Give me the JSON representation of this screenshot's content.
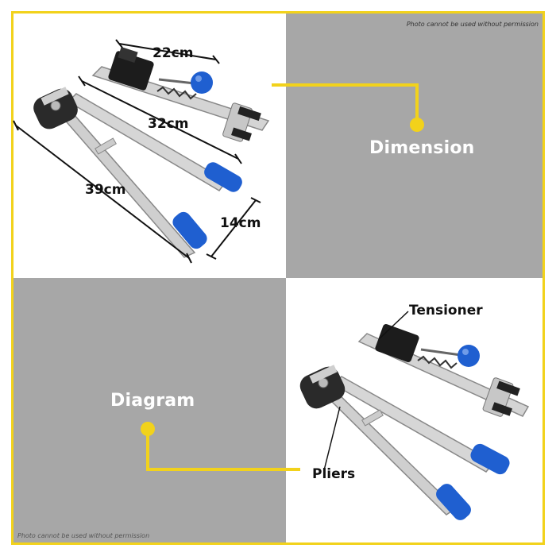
{
  "watermark_text": "Photo cannot be used without permission",
  "labels": {
    "dimension": "Dimension",
    "diagram": "Diagram"
  },
  "callouts": {
    "tensioner": "Tensioner",
    "pliers": "Pliers"
  },
  "dimensions": {
    "tensioner_width": "22cm",
    "tensioner_length": "32cm",
    "pliers_length": "39cm",
    "pliers_width": "14cm"
  },
  "colors": {
    "border": "#f2d21b",
    "gray_panel": "#a7a7a7",
    "handle_blue": "#1f5fd0",
    "label_text": "#ffffff"
  }
}
